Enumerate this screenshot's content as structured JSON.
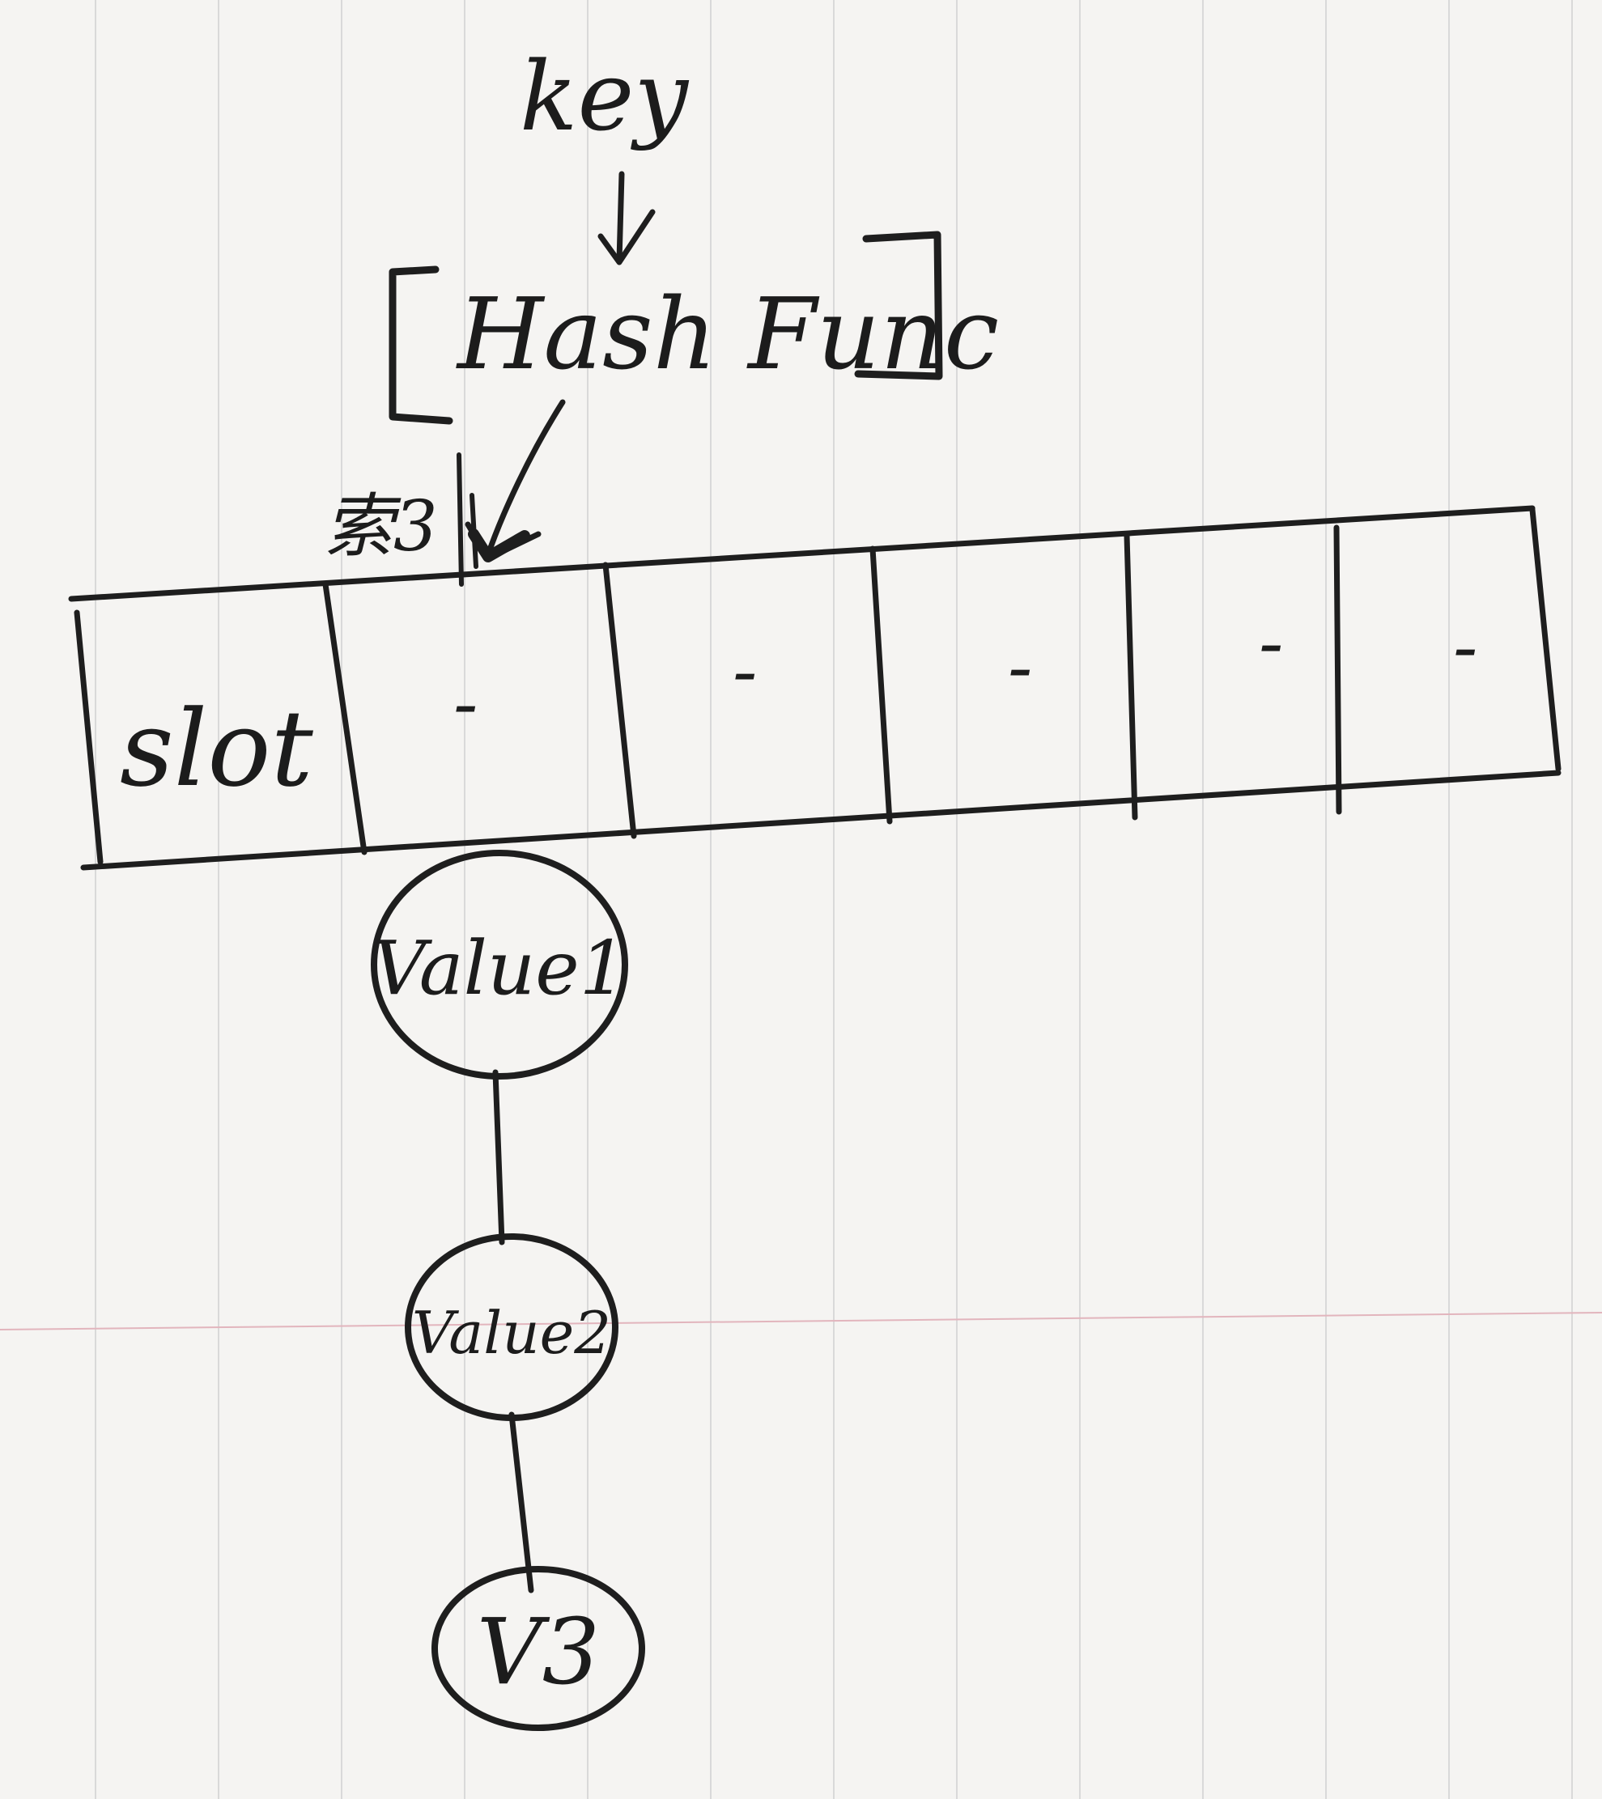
{
  "diagram": {
    "key_label": "key",
    "hash_func_label": "Hash Func",
    "index_label": "索3",
    "slot_label": "slot",
    "slot_entries": [
      "-",
      "-",
      "-",
      "-",
      "-"
    ],
    "chain": [
      {
        "label": "Value1"
      },
      {
        "label": "Value2"
      },
      {
        "label": "V3"
      }
    ]
  }
}
